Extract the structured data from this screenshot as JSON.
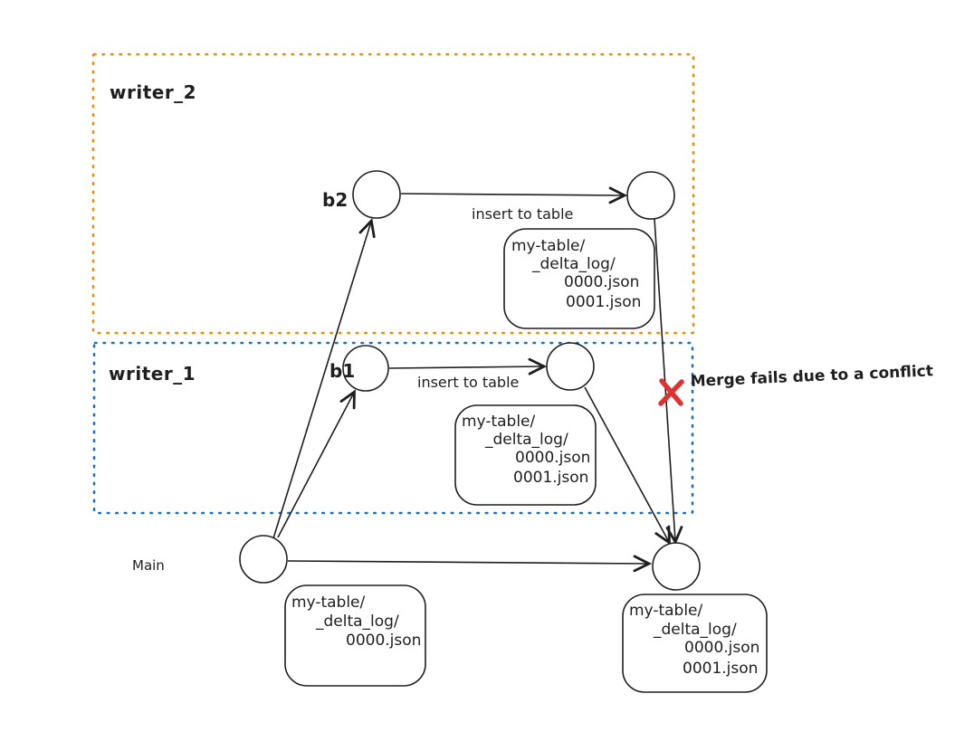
{
  "colors": {
    "orange": "#f08c00",
    "blue": "#1971c2",
    "red": "#e03131",
    "ink": "#1e1e1e"
  },
  "lanes": {
    "writer_2": {
      "label": "writer_2"
    },
    "writer_1": {
      "label": "writer_1"
    }
  },
  "labels": {
    "main": "Main",
    "b2": "b2",
    "b1": "b1",
    "insert_b2": "insert to table",
    "insert_b1": "insert to table",
    "merge_fail": "Merge fails due to a conflict"
  },
  "boxes": {
    "b2": {
      "l1": "my-table/",
      "l2": "_delta_log/",
      "l3": "0000.json",
      "l4": "0001.json"
    },
    "b1": {
      "l1": "my-table/",
      "l2": "_delta_log/",
      "l3": "0000.json",
      "l4": "0001.json"
    },
    "main": {
      "l1": "my-table/",
      "l2": "_delta_log/",
      "l3": "0000.json"
    },
    "merged": {
      "l1": "my-table/",
      "l2": "_delta_log/",
      "l3": "0000.json",
      "l4": "0001.json"
    }
  }
}
